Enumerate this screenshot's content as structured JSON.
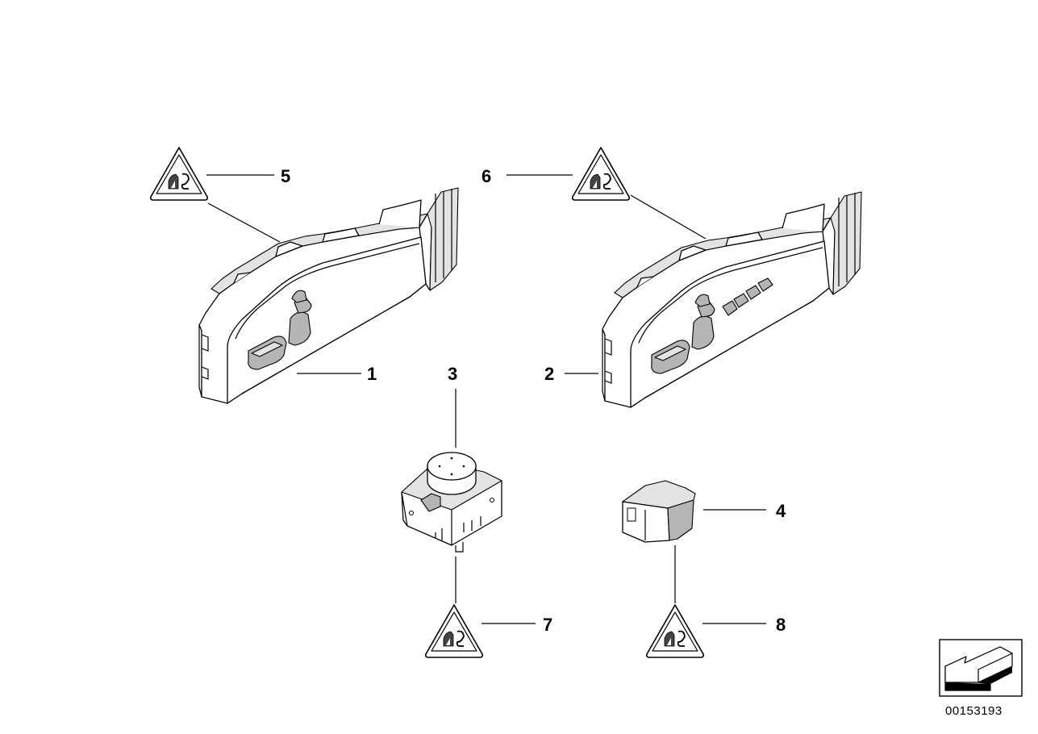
{
  "callouts": {
    "c1": "1",
    "c2": "2",
    "c3": "3",
    "c4": "4",
    "c5": "5",
    "c6": "6",
    "c7": "7",
    "c8": "8"
  },
  "reference_number": "00153193",
  "icons": {
    "warning_triangle": "esd-warning-triangle-icon",
    "navigation": "back-arrow-icon"
  }
}
